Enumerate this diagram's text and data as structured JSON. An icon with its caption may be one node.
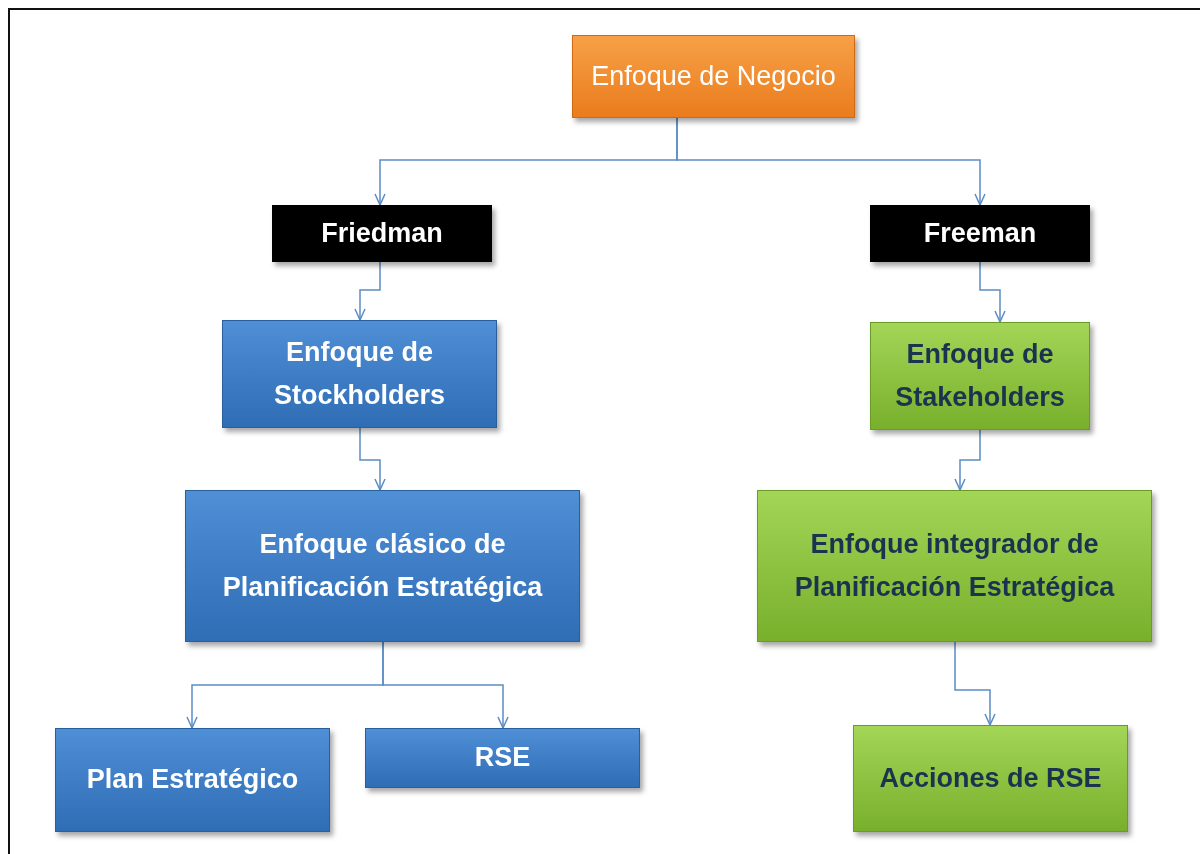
{
  "diagram": {
    "nodes": [
      {
        "text": [
          "Enfoque de Negocio"
        ]
      },
      {
        "text": [
          "Friedman"
        ]
      },
      {
        "text": [
          "Freeman"
        ]
      },
      {
        "text": [
          "Enfoque de Stockholders"
        ]
      },
      {
        "text": [
          "Enfoque de Stakeholders"
        ]
      },
      {
        "text": [
          "Enfoque clásico de Planificación Estratégica"
        ]
      },
      {
        "text": [
          "Enfoque integrador de Planificación Estratégica"
        ]
      },
      {
        "text": [
          "Plan Estratégico"
        ]
      },
      {
        "text": [
          "RSE"
        ]
      },
      {
        "text": [
          "Acciones de RSE"
        ]
      }
    ],
    "edges": [
      {
        "from": 0,
        "to": 1,
        "arrow": "to"
      },
      {
        "from": 0,
        "to": 2,
        "arrow": "to"
      },
      {
        "from": 1,
        "to": 3,
        "arrow": "to"
      },
      {
        "from": 2,
        "to": 4,
        "arrow": "to"
      },
      {
        "from": 3,
        "to": 5,
        "arrow": "to"
      },
      {
        "from": 4,
        "to": 6,
        "arrow": "to"
      },
      {
        "from": 5,
        "to": 7,
        "arrow": "to"
      },
      {
        "from": 5,
        "to": 8,
        "arrow": "to"
      },
      {
        "from": 6,
        "to": 9,
        "arrow": "to"
      }
    ]
  }
}
